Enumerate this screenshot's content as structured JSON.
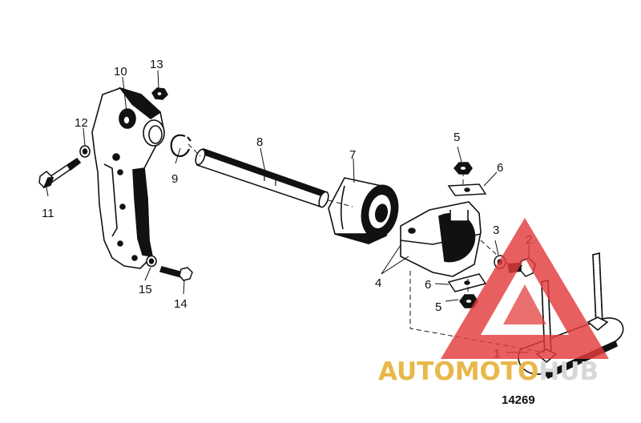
{
  "diagram": {
    "figure_number": "14269",
    "callouts": [
      "1",
      "2",
      "3",
      "4",
      "5",
      "6",
      "7",
      "8",
      "9",
      "10",
      "11",
      "12",
      "13",
      "14",
      "15",
      "5",
      "6"
    ]
  },
  "watermark": {
    "part1": "AUTOMOTO",
    "part2": "HUB",
    "colors": {
      "accent": "#e8b84a",
      "brand": "#d8d8d8",
      "logo": "#e23c3c"
    }
  }
}
